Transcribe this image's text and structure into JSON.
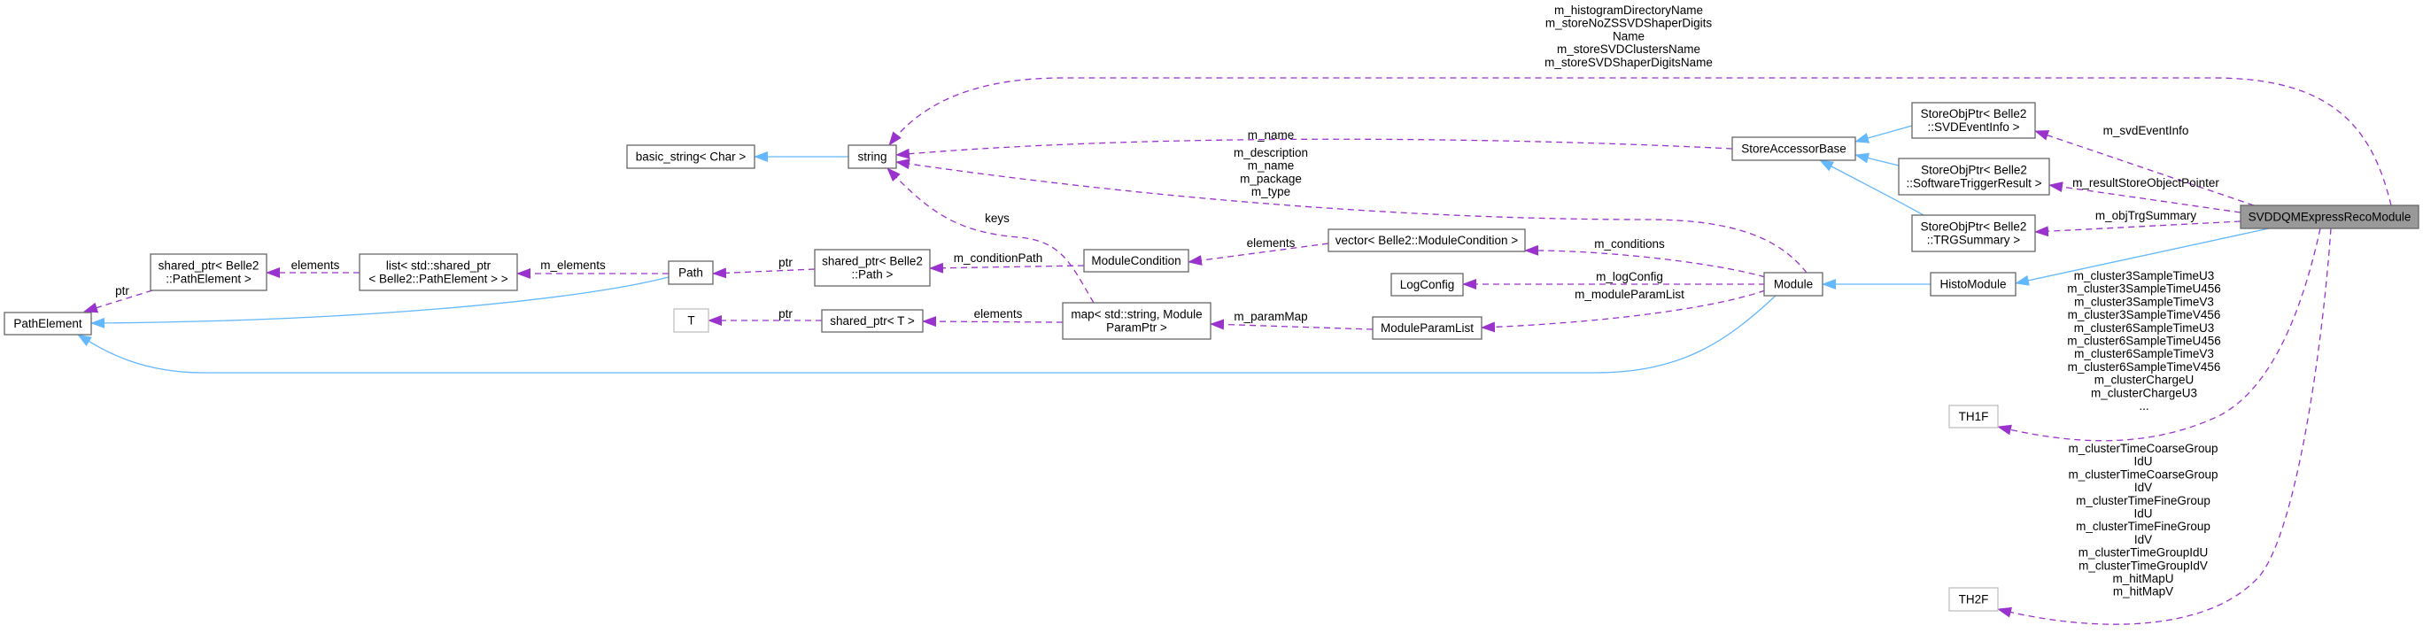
{
  "nodes": [
    {
      "id": "basic_string",
      "lines": [
        "basic_string< Char >"
      ]
    },
    {
      "id": "string",
      "lines": [
        "string"
      ]
    },
    {
      "id": "store_accessor_base",
      "lines": [
        "StoreAccessorBase"
      ]
    },
    {
      "id": "storeobjptr_svdeventinfo",
      "lines": [
        "StoreObjPtr< Belle2",
        "::SVDEventInfo >"
      ]
    },
    {
      "id": "storeobjptr_softwaretriggerresult",
      "lines": [
        "StoreObjPtr< Belle2",
        "::SoftwareTriggerResult >"
      ]
    },
    {
      "id": "storeobjptr_trgsummary",
      "lines": [
        "StoreObjPtr< Belle2",
        "::TRGSummary >"
      ]
    },
    {
      "id": "svddqm_express_reco_module",
      "lines": [
        "SVDDQMExpressRecoModule"
      ]
    },
    {
      "id": "histo_module",
      "lines": [
        "HistoModule"
      ]
    },
    {
      "id": "module",
      "lines": [
        "Module"
      ]
    },
    {
      "id": "vector_module_condition",
      "lines": [
        "vector< Belle2::ModuleCondition >"
      ]
    },
    {
      "id": "module_condition",
      "lines": [
        "ModuleCondition"
      ]
    },
    {
      "id": "log_config",
      "lines": [
        "LogConfig"
      ]
    },
    {
      "id": "module_param_list",
      "lines": [
        "ModuleParamList"
      ]
    },
    {
      "id": "map_module_param_ptr",
      "lines": [
        "map< std::string, Module",
        "ParamPtr >"
      ]
    },
    {
      "id": "shared_ptr_path",
      "lines": [
        "shared_ptr< Belle2",
        "::Path >"
      ]
    },
    {
      "id": "shared_ptr_t",
      "lines": [
        "shared_ptr< T >"
      ]
    },
    {
      "id": "t",
      "lines": [
        "T"
      ]
    },
    {
      "id": "path",
      "lines": [
        "Path"
      ]
    },
    {
      "id": "list_shared_ptr_path_element",
      "lines": [
        "list< std::shared_ptr",
        "< Belle2::PathElement > >"
      ]
    },
    {
      "id": "shared_ptr_path_element",
      "lines": [
        "shared_ptr< Belle2",
        "::PathElement >"
      ]
    },
    {
      "id": "path_element",
      "lines": [
        "PathElement"
      ]
    },
    {
      "id": "th1f",
      "lines": [
        "TH1F"
      ]
    },
    {
      "id": "th2f",
      "lines": [
        "TH2F"
      ]
    }
  ],
  "edge_labels": [
    {
      "id": "string_members",
      "lines": [
        "m_histogramDirectoryName",
        "m_storeNoZSSVDShaperDigits",
        "Name",
        "m_storeSVDClustersName",
        "m_storeSVDShaperDigitsName"
      ]
    },
    {
      "id": "m_name",
      "lines": [
        "m_name"
      ]
    },
    {
      "id": "module_strings",
      "lines": [
        "m_description",
        "m_name",
        "m_package",
        "m_type"
      ]
    },
    {
      "id": "keys",
      "lines": [
        "keys"
      ]
    },
    {
      "id": "vector_elements",
      "lines": [
        "elements"
      ]
    },
    {
      "id": "m_conditionPath",
      "lines": [
        "m_conditionPath"
      ]
    },
    {
      "id": "m_conditions",
      "lines": [
        "m_conditions"
      ]
    },
    {
      "id": "m_logConfig",
      "lines": [
        "m_logConfig"
      ]
    },
    {
      "id": "m_moduleParamList",
      "lines": [
        "m_moduleParamList"
      ]
    },
    {
      "id": "m_paramMap",
      "lines": [
        "m_paramMap"
      ]
    },
    {
      "id": "map_elements",
      "lines": [
        "elements"
      ]
    },
    {
      "id": "ptr_t",
      "lines": [
        "ptr"
      ]
    },
    {
      "id": "ptr_path",
      "lines": [
        "ptr"
      ]
    },
    {
      "id": "m_elements",
      "lines": [
        "m_elements"
      ]
    },
    {
      "id": "list_elements",
      "lines": [
        "elements"
      ]
    },
    {
      "id": "ptr_path_element",
      "lines": [
        "ptr"
      ]
    },
    {
      "id": "m_svdEventInfo",
      "lines": [
        "m_svdEventInfo"
      ]
    },
    {
      "id": "m_resultStoreObjectPointer",
      "lines": [
        "m_resultStoreObjectPointer"
      ]
    },
    {
      "id": "m_objTrgSummary",
      "lines": [
        "m_objTrgSummary"
      ]
    },
    {
      "id": "th1f_members",
      "lines": [
        "m_cluster3SampleTimeU3",
        "m_cluster3SampleTimeU456",
        "m_cluster3SampleTimeV3",
        "m_cluster3SampleTimeV456",
        "m_cluster6SampleTimeU3",
        "m_cluster6SampleTimeU456",
        "m_cluster6SampleTimeV3",
        "m_cluster6SampleTimeV456",
        "m_clusterChargeU",
        "m_clusterChargeU3",
        "..."
      ]
    },
    {
      "id": "th2f_members",
      "lines": [
        "m_clusterTimeCoarseGroup",
        "IdU",
        "m_clusterTimeCoarseGroup",
        "IdV",
        "m_clusterTimeFineGroup",
        "IdU",
        "m_clusterTimeFineGroup",
        "IdV",
        "m_clusterTimeGroupIdU",
        "m_clusterTimeGroupIdV",
        "m_hitMapU",
        "m_hitMapV"
      ]
    }
  ],
  "colors": {
    "inheritance": "#63b8ff",
    "usage": "#9a32cd",
    "current_node_fill": "#999999"
  }
}
